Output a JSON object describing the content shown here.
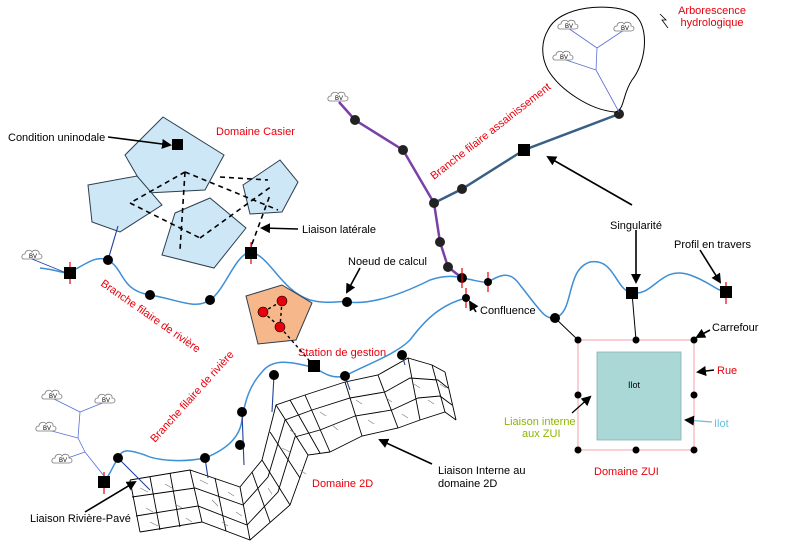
{
  "labels": {
    "condition_uninodale": "Condition  uninodale",
    "domaine_casier": "Domaine Casier",
    "liaison_laterale": "Liaison latérale",
    "branche_riviere_1": "Branche filaire  de rivière",
    "noeud_calcul": "Noeud de calcul",
    "branche_assainissement": "Branche filaire  assainissement",
    "arborescence_line1": "Arborescence",
    "arborescence_line2": "hydrologique",
    "singularite": "Singularité",
    "profil_travers": "Profil en travers",
    "confluence": "Confluence",
    "carrefour": "Carrefour",
    "station_gestion": "Station de gestion",
    "branche_riviere_2": "Branche filaire de rivière",
    "rue": "Rue",
    "ilot_box": "Ilot",
    "ilot_side": "Ilot",
    "liaison_interne_zui_line1": "Liaison interne",
    "liaison_interne_zui_line2": "aux ZUI",
    "domaine_zui": "Domaine ZUI",
    "liaison_interne_2d_line1": "Liaison Interne au",
    "liaison_interne_2d_line2": "domaine 2D",
    "domaine_2d": "Domaine 2D",
    "liaison_riviere_pave": "Liaison Rivière-Pavé",
    "bv": "BV"
  },
  "colors": {
    "river": "#3d8fd6",
    "assainissement_purple": "#7b3fa8",
    "assainissement_blue": "#3a5f85",
    "casier_fill": "#cde7f7",
    "station_fill": "#f6b88a",
    "ilot_fill": "#a9d8d6",
    "rue_border": "#f4a0a8",
    "red_label": "#e8000b",
    "green_label": "#8db600",
    "cyan_label": "#66bde0"
  }
}
